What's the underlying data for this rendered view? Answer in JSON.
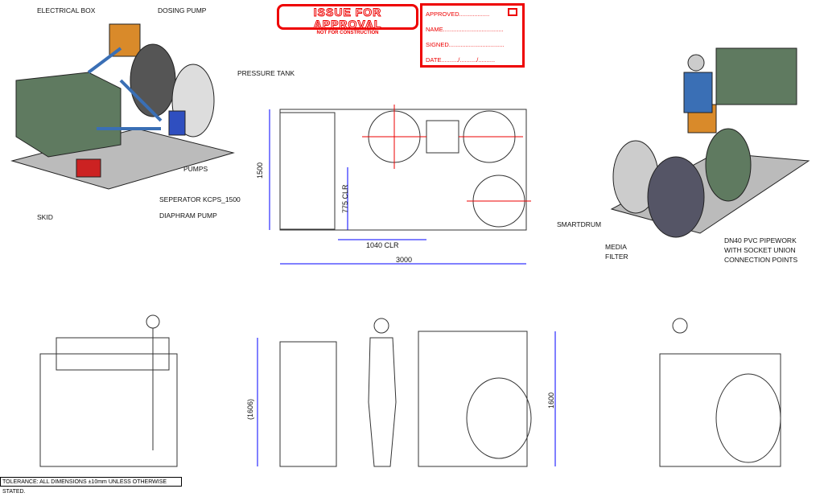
{
  "stamp": {
    "title": "ISSUE FOR APPROVAL",
    "subtitle": "NOT FOR CONSTRUCTION"
  },
  "approval": {
    "approved": "APPROVED..................",
    "name": "NAME....................................",
    "signed": "SIGNED.................................",
    "date": "DATE........../........../.........."
  },
  "labels_left": {
    "electrical_box": "ELECTRICAL BOX",
    "dosing_pump": "DOSING PUMP",
    "pressure_tank": "PRESSURE TANK",
    "pumps": "PUMPS",
    "separator": "SEPERATOR KCPS_1500",
    "diaphragm_pump": "DIAPHRAM PUMP",
    "skid": "SKID"
  },
  "labels_right": {
    "smartdrum": "SMARTDRUM",
    "media_filter_1": "MEDIA",
    "media_filter_2": "FILTER",
    "pipework_1": "DN40 PVC PIPEWORK",
    "pipework_2": "WITH SOCKET UNION",
    "pipework_3": "CONNECTION POINTS"
  },
  "dimensions": {
    "width_1500": "1500",
    "clr_775": "775 CLR",
    "clr_1040": "1040 CLR",
    "length_3000": "3000",
    "height_1606": "(1606)",
    "height_1600": "1600"
  },
  "tolerance": "TOLERANCE: ALL DIMENSIONS ±10mm UNLESS OTHERWISE STATED.",
  "colors": {
    "stamp": "#ee0000",
    "tank_green": "#5f7a60",
    "electrical_orange": "#d98a2a",
    "pipe_blue": "#3a6fb5"
  }
}
